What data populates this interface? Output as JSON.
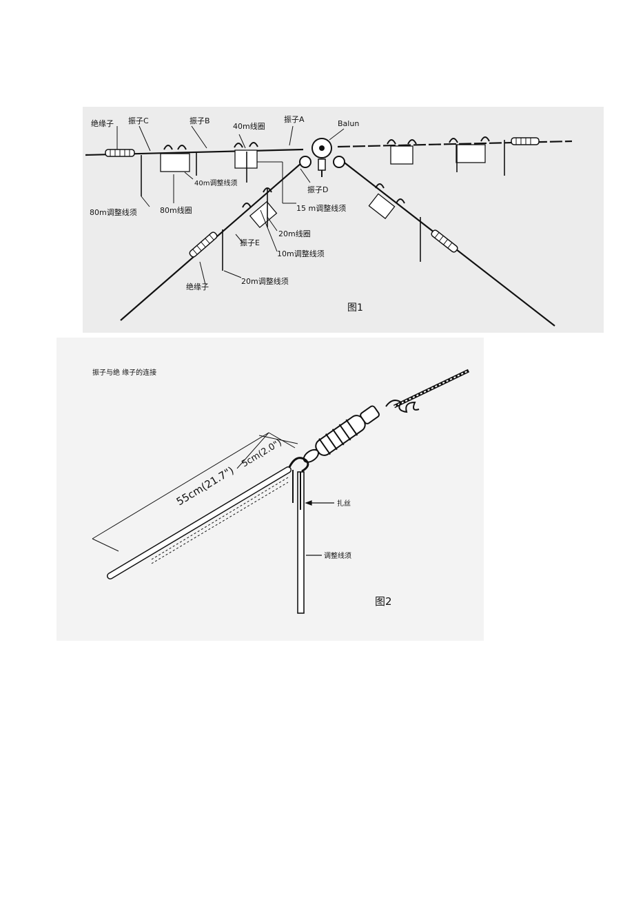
{
  "figure1": {
    "caption": "图1",
    "labels": {
      "insulator_top": "绝缘子",
      "element_c": "振子C",
      "element_b": "振子B",
      "coil_40m": "40m线圈",
      "element_a": "振子A",
      "balun": "Balun",
      "stub_40m": "40m调整线须",
      "stub_80m": "80m调整线须",
      "coil_80m": "80m线圈",
      "element_d": "振子D",
      "stub_15m": "15 m调整线须",
      "coil_20m": "20m线圈",
      "element_e": "振子E",
      "stub_10m": "10m调整线须",
      "insulator_bottom": "绝缘子",
      "stub_20m": "20m调整线须"
    }
  },
  "figure2": {
    "caption": "图2",
    "title": "振子与绝 缘子的连接",
    "dim_long": "55cm(21.7\")",
    "dim_short": "5cm(2.0\")",
    "tie_label": "扎丝",
    "stub_label": "调整线须"
  }
}
